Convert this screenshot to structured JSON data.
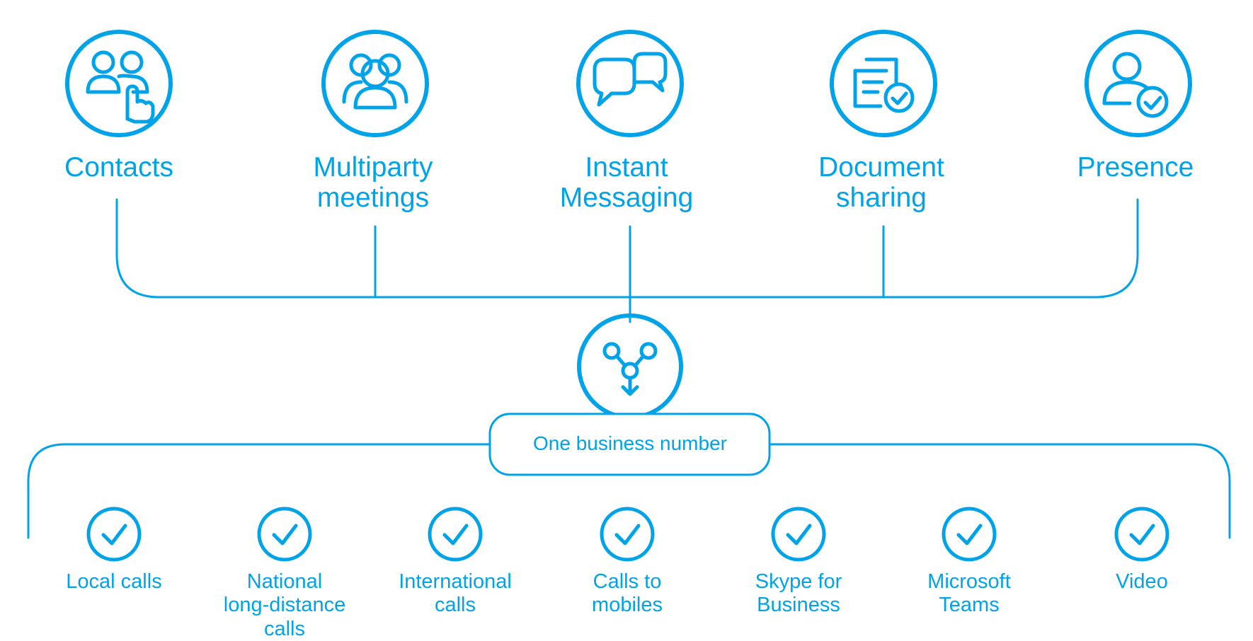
{
  "colors": {
    "accent": "#00a3e8",
    "background": "#ffffff"
  },
  "features": [
    {
      "id": "contacts",
      "label": "Contacts",
      "icon": "contacts-icon"
    },
    {
      "id": "multiparty-meetings",
      "label": "Multiparty\nmeetings",
      "icon": "group-icon"
    },
    {
      "id": "instant-messaging",
      "label": "Instant\nMessaging",
      "icon": "chat-bubbles-icon"
    },
    {
      "id": "document-sharing",
      "label": "Document\nsharing",
      "icon": "document-check-icon"
    },
    {
      "id": "presence",
      "label": "Presence",
      "icon": "user-check-icon"
    }
  ],
  "hub": {
    "icon": "merge-arrow-icon",
    "label": "One business number"
  },
  "call_types": [
    {
      "id": "local-calls",
      "label": "Local calls",
      "icon": "check-icon"
    },
    {
      "id": "national-long-distance-calls",
      "label": "National\nlong-distance\ncalls",
      "icon": "check-icon"
    },
    {
      "id": "international-calls",
      "label": "International\ncalls",
      "icon": "check-icon"
    },
    {
      "id": "calls-to-mobiles",
      "label": "Calls to\nmobiles",
      "icon": "check-icon"
    },
    {
      "id": "skype-for-business",
      "label": "Skype for\nBusiness",
      "icon": "check-icon"
    },
    {
      "id": "microsoft-teams",
      "label": "Microsoft\nTeams",
      "icon": "check-icon"
    },
    {
      "id": "video",
      "label": "Video",
      "icon": "check-icon"
    }
  ]
}
